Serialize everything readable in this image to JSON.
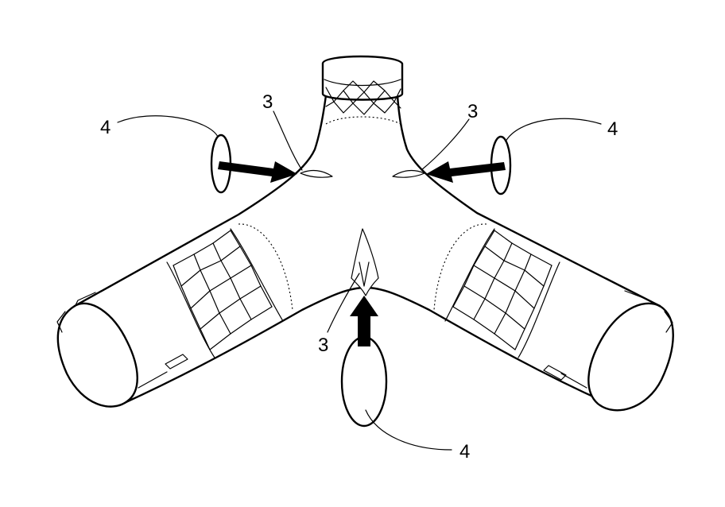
{
  "labels": {
    "port_left": "3",
    "port_right": "3",
    "port_bottom": "3",
    "device_left": "4",
    "device_right": "4",
    "device_bottom": "4"
  },
  "colors": {
    "ink": "#000000",
    "paper": "#ffffff"
  }
}
